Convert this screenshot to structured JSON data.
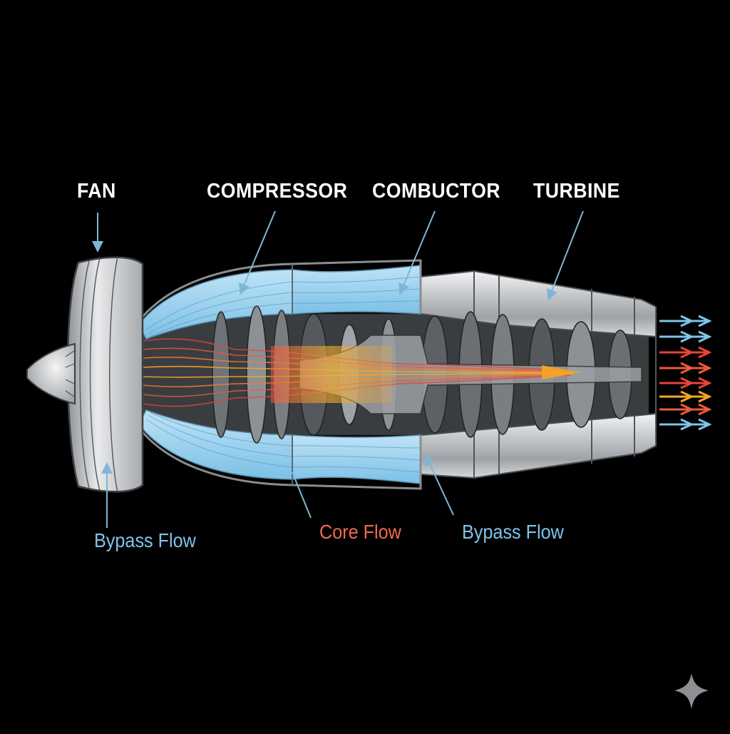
{
  "labels": {
    "fan": "FAN",
    "compressor": "COMPRESSOR",
    "combustor": "COMBUCTOR",
    "turbine": "TURBINE",
    "bypass_left": "Bypass Flow",
    "core": "Core Flow",
    "bypass_right": "Bypass Flow"
  },
  "colors": {
    "background": "#000000",
    "metal": "#c9ccd0",
    "bypass": "#8ec9ea",
    "core_red": "#e8443a",
    "core_orange": "#f5a623",
    "bypass_text": "#7fc4ea",
    "core_text": "#ef6a4e",
    "leader": "#7fb6d6"
  },
  "icons": {
    "watermark": "sparkle-icon"
  }
}
